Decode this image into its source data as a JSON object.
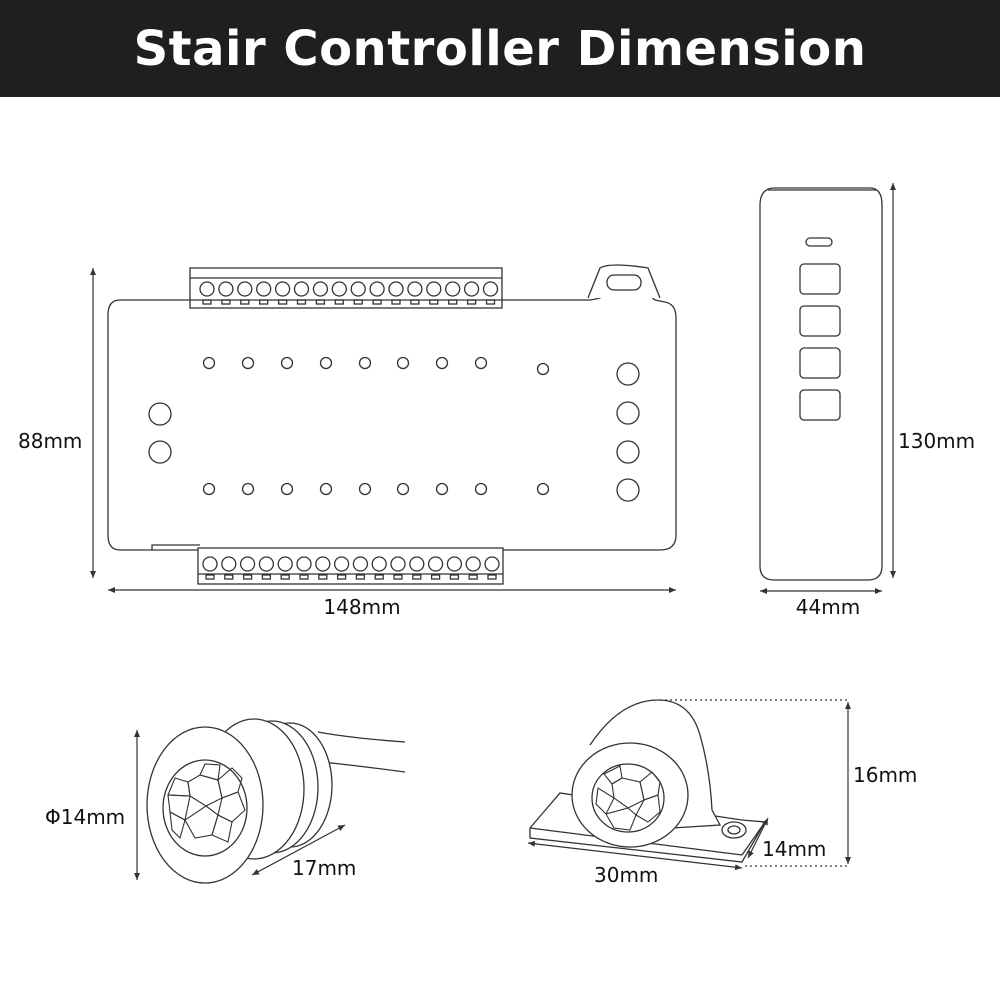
{
  "title": "Stair Controller Dimension",
  "colors": {
    "header_bg": "#1f1f1f",
    "header_text": "#ffffff",
    "line": "#333333",
    "text": "#111111"
  },
  "controller": {
    "height_label": "88mm",
    "width_label": "148mm"
  },
  "remote": {
    "height_label": "130mm",
    "width_label": "44mm"
  },
  "round_sensor": {
    "diameter_label": "Φ14mm",
    "depth_label": "17mm"
  },
  "surface_sensor": {
    "height_label": "16mm",
    "depth_label": "14mm",
    "width_label": "30mm"
  }
}
